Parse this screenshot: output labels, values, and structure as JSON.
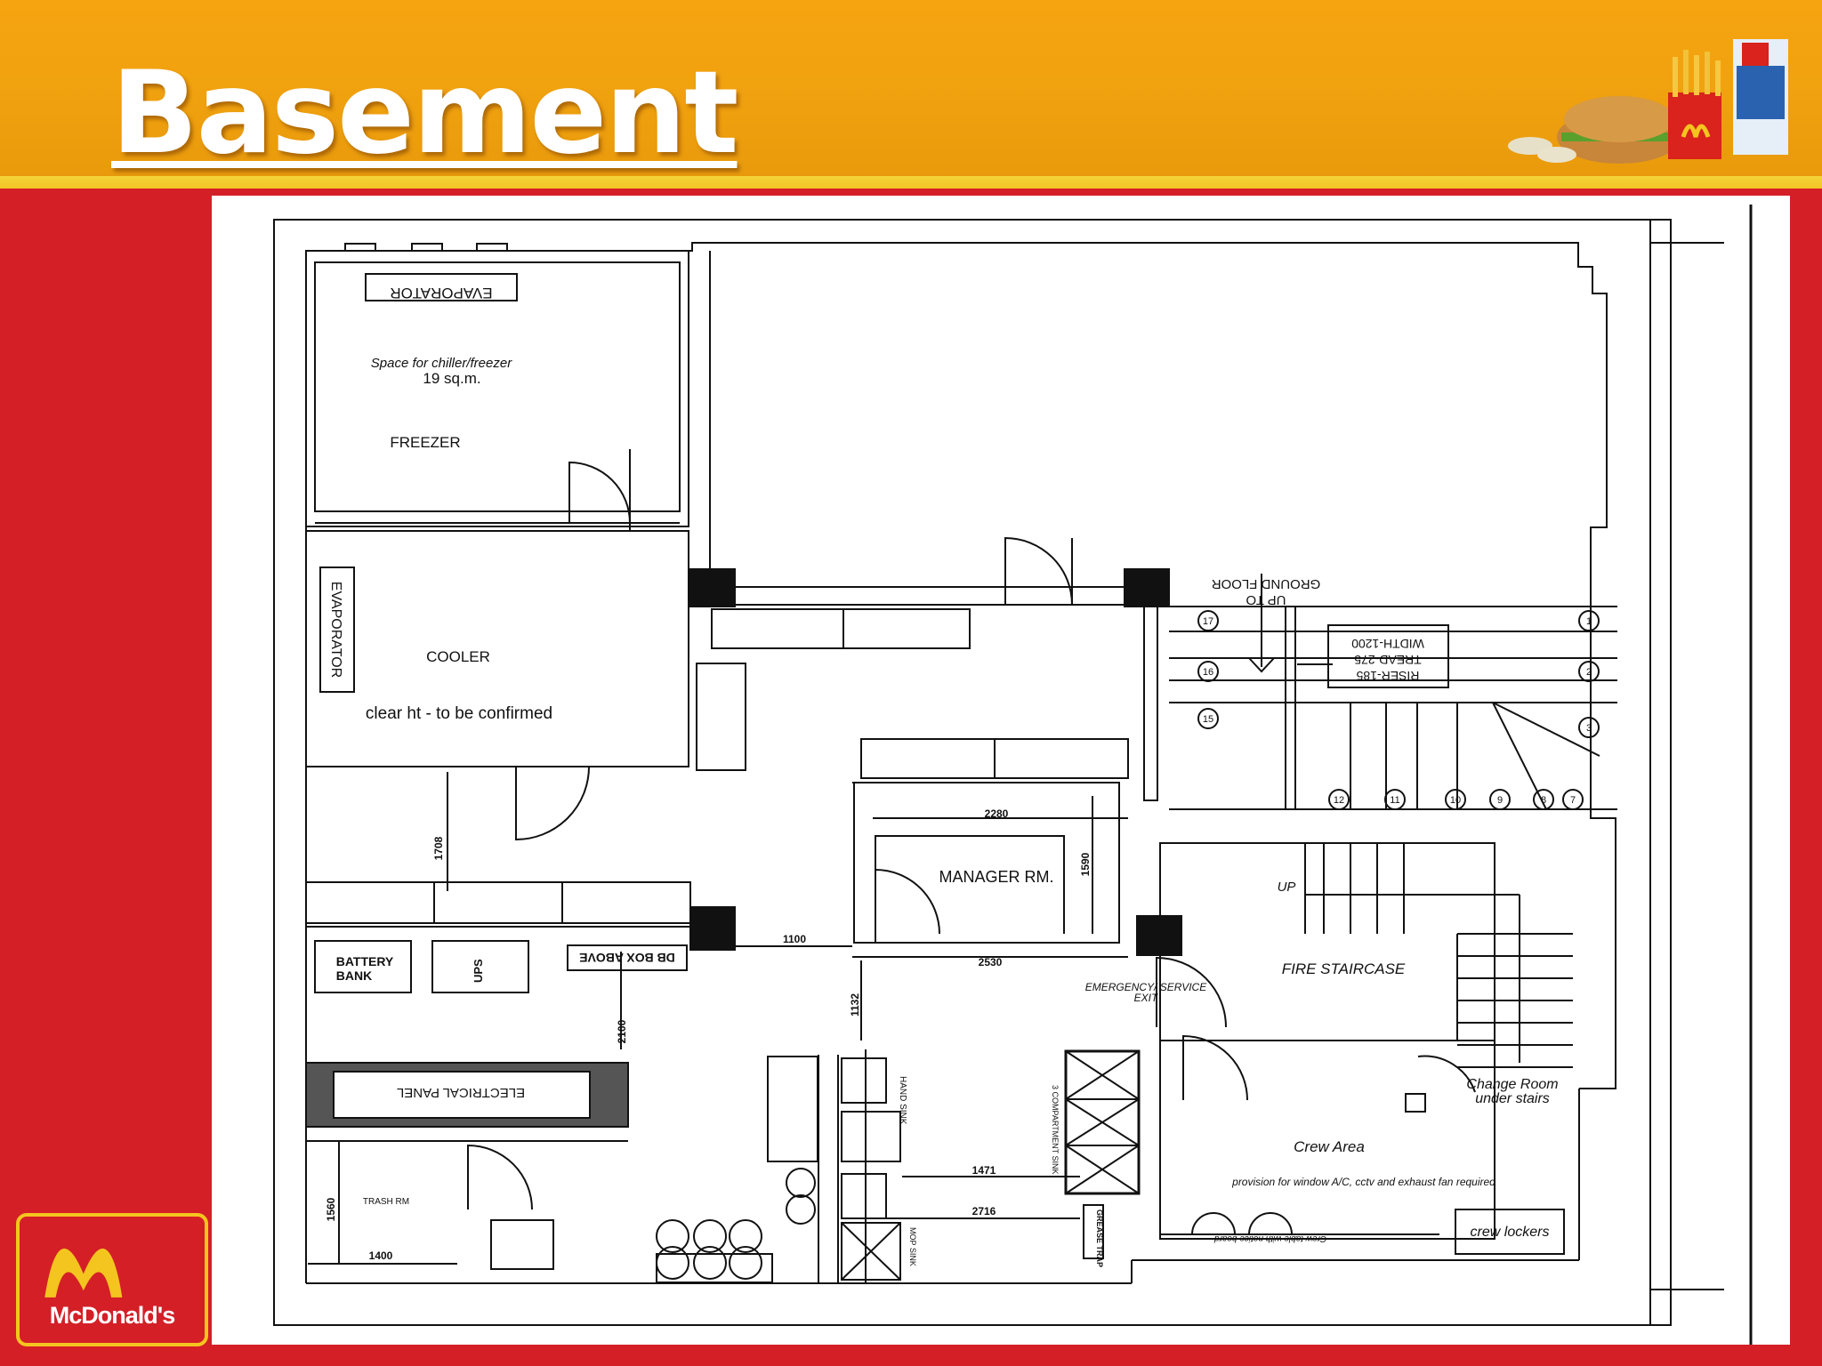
{
  "slide": {
    "title": "Basement"
  },
  "logo": {
    "brand": "McDonald's",
    "icon": "golden-arches-icon"
  },
  "colors": {
    "header": "#f1a20f",
    "background": "#d41f27",
    "accent": "#f5d43a"
  },
  "floor_plan": {
    "evaporator_top": "EVAPORATOR",
    "space_note": "Space for chiller/freezer",
    "area": "19 sq.m.",
    "freezer": "FREEZER",
    "evaporator_side": "EVAPORATOR",
    "cooler": "COOLER",
    "clear_height": "clear ht - to be confirmed",
    "up_to_ground_1": "UP TO",
    "up_to_ground_2": "GROUND FLOOR",
    "riser": "RISER-185",
    "tread": "TREAD-275",
    "width": "WIDTH-1200",
    "manager_room": "MANAGER RM.",
    "battery_bank_1": "BATTERY",
    "battery_bank_2": "BANK",
    "ups": "UPS",
    "db_box": "DB BOX ABOVE",
    "electrical_panel": "ELECTRICAL PANEL",
    "trash_room": "TRASH RM",
    "emergency_exit_1": "EMERGENCY/ SERVICE",
    "emergency_exit_2": "EXIT",
    "fire_staircase": "FIRE STAIRCASE",
    "up": "UP",
    "crew_area": "Crew Area",
    "provision_note": "provision for window A/C, cctv and exhaust fan required",
    "crew_table": "Crew table with notice board",
    "crew_lockers": "crew lockers",
    "change_room_1": "Change Room",
    "change_room_2": "under stairs",
    "hand_sink": "HAND SINK",
    "compartment_sink": "3 COMPARTMENT SINK",
    "mop_sink": "MOP SINK",
    "grease_trap": "GREASE TRAP",
    "dim_1708": "1708",
    "dim_2280": "2280",
    "dim_1590": "1590",
    "dim_1100": "1100",
    "dim_2530": "2530",
    "dim_1132": "1132",
    "dim_2100": "2100",
    "dim_1471": "1471",
    "dim_2716": "2716",
    "dim_1560": "1560",
    "dim_1400": "1400",
    "step_labels": [
      "17",
      "16",
      "15",
      "1",
      "2",
      "3",
      "12",
      "11",
      "10",
      "9",
      "8",
      "7"
    ]
  }
}
